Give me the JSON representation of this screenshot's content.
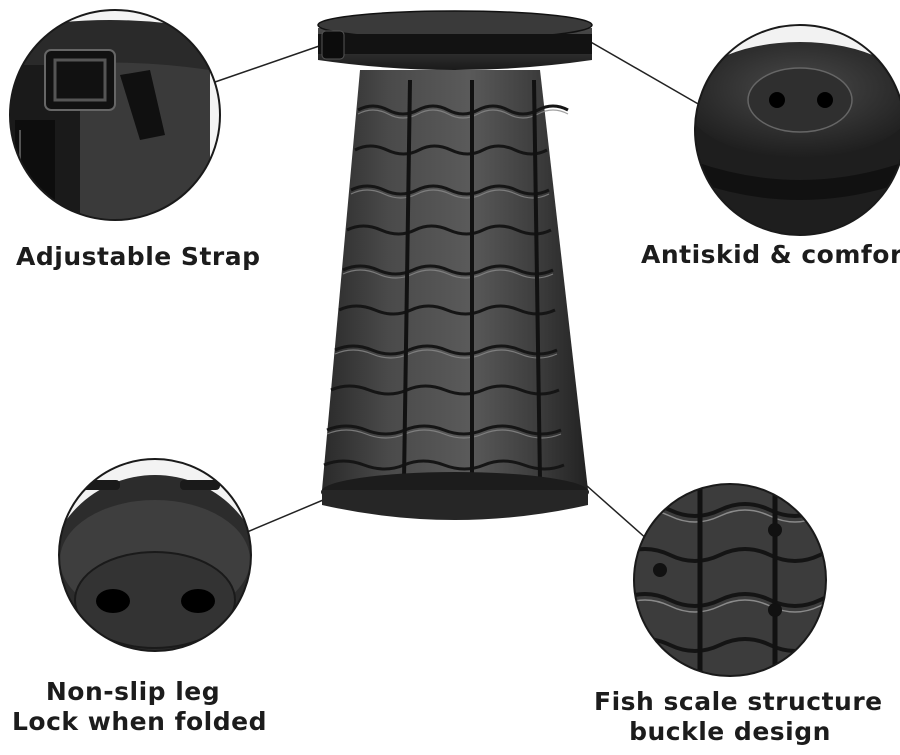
{
  "labels": {
    "adjustable_strap": "Adjustable Strap",
    "antiskid": "Antiskid & comfort",
    "nonslip_line1": "Non-slip leg",
    "nonslip_line2": "Lock when folded",
    "fishscale_line1": "Fish scale structure",
    "fishscale_line2": "buckle design"
  },
  "colors": {
    "background": "#ffffff",
    "stool_body": "#3a3a3a",
    "stool_dark": "#1a1a1a",
    "text": "#1c1c1c",
    "leader": "#222222"
  }
}
